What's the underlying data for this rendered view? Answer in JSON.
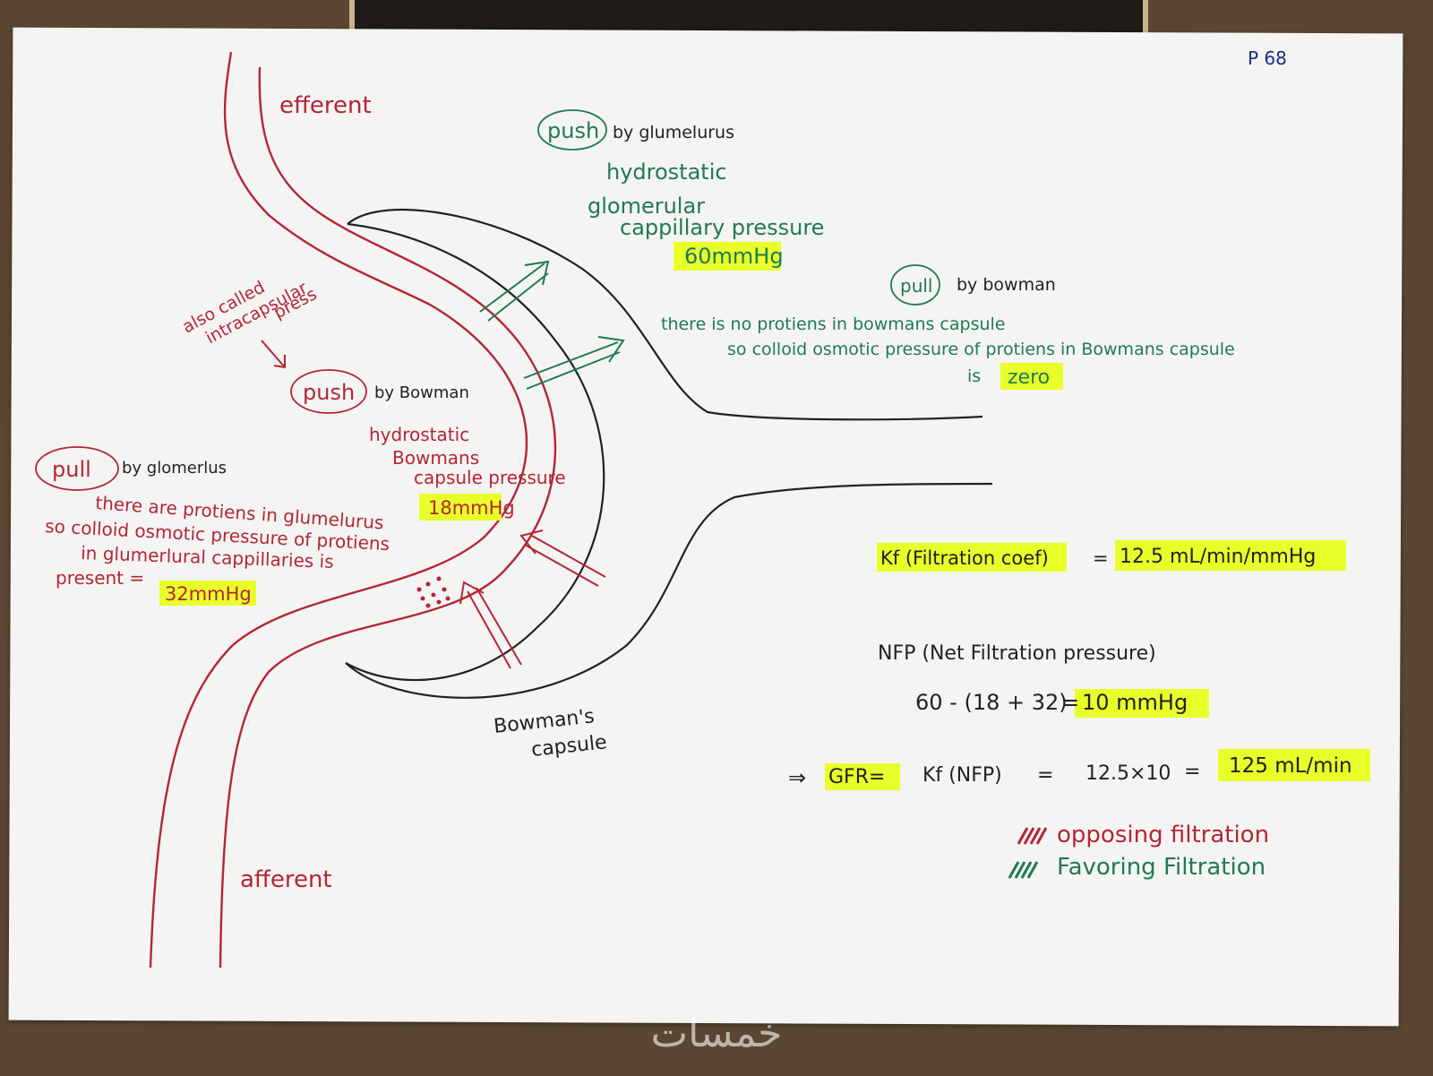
{
  "page_number": "P 68",
  "vessels": {
    "efferent": "efferent",
    "afferent": "afferent"
  },
  "capsule_label": [
    "Bowman's",
    "capsule"
  ],
  "push_glomerulus": {
    "tag": "push",
    "by": "by glumelurus",
    "lines": [
      "hydrostatic",
      "glomerular",
      "cappillary pressure"
    ],
    "value": "60mmHg"
  },
  "pull_bowman": {
    "tag": "pull",
    "by": "by bowman",
    "lines": [
      "there is no protiens in bowmans capsule",
      "so colloid osmotic pressure of protiens in Bowmans capsule",
      "is"
    ],
    "value": "zero"
  },
  "push_bowman": {
    "note": [
      "also called",
      "intracapsular",
      "press"
    ],
    "tag": "push",
    "by": "by Bowman",
    "lines": [
      "hydrostatic",
      "Bowmans",
      "capsule pressure"
    ],
    "value": "18mmHg"
  },
  "pull_glomerulus": {
    "tag": "pull",
    "by": "by glomerlus",
    "lines": [
      "there are protiens in glumelurus",
      "so colloid osmotic pressure of protiens",
      "in glumerlural cappillaries is",
      "present ="
    ],
    "value": "32mmHg"
  },
  "kf": {
    "label": "Kf (Filtration coef)",
    "eq": "=",
    "value": "12.5 mL/min/mmHg"
  },
  "nfp": {
    "label": "NFP (Net Filtration pressure)",
    "expr": "60 - (18 + 32)",
    "eq": "=",
    "value": "10 mmHg"
  },
  "gfr": {
    "arrow": "⇒",
    "label": "GFR=",
    "expr1": "Kf (NFP)",
    "eq1": "=",
    "expr2": "12.5×10",
    "eq2": "=",
    "value": "125 mL/min"
  },
  "legend": {
    "opposing": "opposing filtration",
    "favoring": "Favoring Filtration"
  },
  "colors": {
    "opposing": "#b32636",
    "favoring": "#1f7a55",
    "highlight": "#e8ff2a",
    "ink": "#222222"
  },
  "watermark": "خمسات"
}
